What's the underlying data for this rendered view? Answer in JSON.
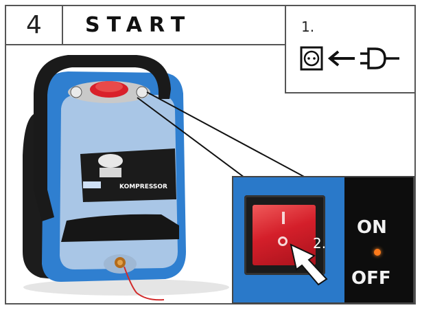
{
  "header": {
    "step_number": "4",
    "title": "START"
  },
  "plug_panel": {
    "step_label": "1.",
    "icons": [
      "socket-icon",
      "arrow-left-icon",
      "plug-icon"
    ]
  },
  "compressor": {
    "brand_label": "KOMPRESSOR"
  },
  "switch_panel": {
    "step_label": "2.",
    "on_label": "ON",
    "off_label": "OFF",
    "led_color": "#ff7a1a",
    "rocker_color": "#d41f2a",
    "body_color": "#2a79c9"
  }
}
